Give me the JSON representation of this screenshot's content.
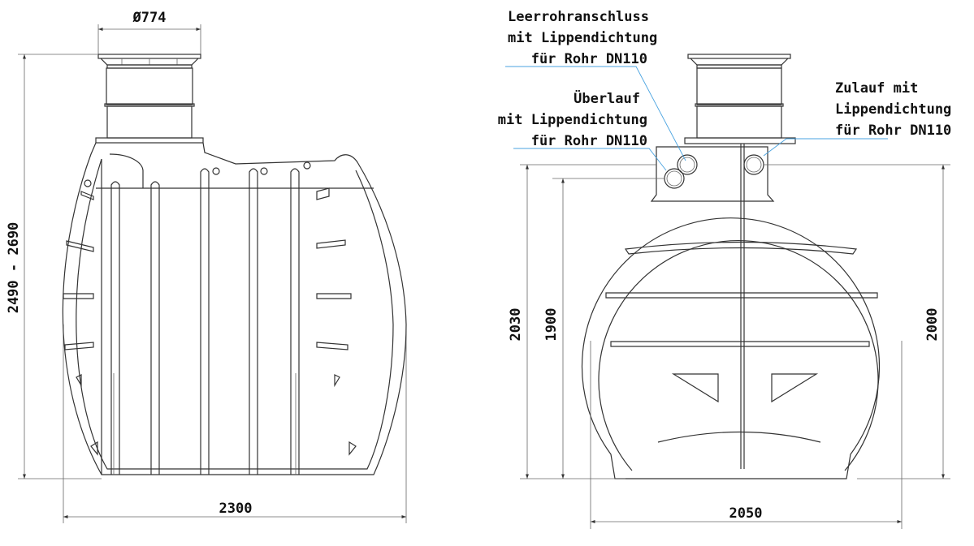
{
  "side_view": {
    "lid_diameter": "Ø774",
    "height_range": "2490 - 2690",
    "length": "2300"
  },
  "front_view": {
    "labels": {
      "conduit": [
        "Leerrohranschluss",
        "mit Lippendichtung",
        "für Rohr DN110"
      ],
      "overflow": [
        "Überlauf",
        "mit Lippendichtung",
        "für Rohr DN110"
      ],
      "inlet": [
        "Zulauf mit",
        "Lippendichtung",
        "für Rohr DN110"
      ]
    },
    "height_total": "2030",
    "height_overflow": "1900",
    "height_inlet": "2000",
    "width": "2050"
  },
  "colors": {
    "line": "#333333",
    "leader": "#4aa3e0"
  }
}
